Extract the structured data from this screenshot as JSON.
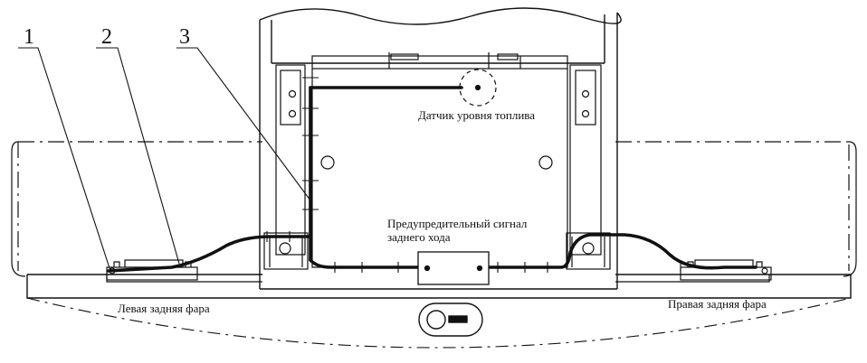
{
  "callouts": [
    {
      "number": "1"
    },
    {
      "number": "2"
    },
    {
      "number": "3"
    }
  ],
  "labels": {
    "fuel_sensor": "Датчик уровня топлива",
    "reverse_signal_line1": "Предупредительный сигнал",
    "reverse_signal_line2": "заднего хода",
    "left_tail_light": "Левая задняя фара",
    "right_tail_light": "Правая задняя фара"
  },
  "colors": {
    "ink": "#111111",
    "background": "#ffffff"
  }
}
